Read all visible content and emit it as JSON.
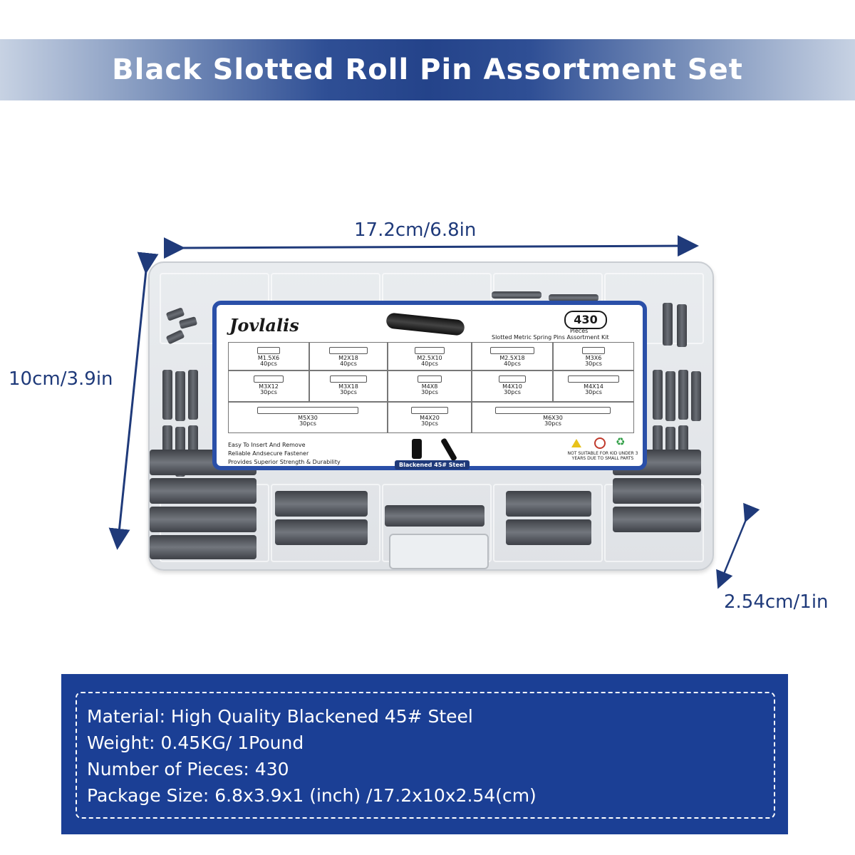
{
  "banner": {
    "title": "Black Slotted Roll Pin Assortment Set"
  },
  "dimensions": {
    "length": "17.2cm/6.8in",
    "width": "10cm/3.9in",
    "height": "2.54cm/1in"
  },
  "label": {
    "brand": "Jovlalis",
    "count": "430",
    "count_unit": "Pieces",
    "kit_title": "Slotted Metric Spring Pins Assortment Kit",
    "rows": [
      [
        {
          "size": "M1.5X6",
          "qty": "40pcs"
        },
        {
          "size": "M2X18",
          "qty": "40pcs"
        },
        {
          "size": "M2.5X10",
          "qty": "40pcs"
        },
        {
          "size": "M2.5X18",
          "qty": "40pcs"
        },
        {
          "size": "M3X6",
          "qty": "30pcs"
        }
      ],
      [
        {
          "size": "M3X12",
          "qty": "30pcs"
        },
        {
          "size": "M3X18",
          "qty": "30pcs"
        },
        {
          "size": "M4X8",
          "qty": "30pcs"
        },
        {
          "size": "M4X10",
          "qty": "30pcs"
        },
        {
          "size": "M4X14",
          "qty": "30pcs"
        }
      ],
      [
        {
          "size": "M5X30",
          "qty": "30pcs"
        },
        {
          "size": "M4X20",
          "qty": "30pcs"
        },
        {
          "size": "M6X30",
          "qty": "30pcs"
        }
      ]
    ],
    "features": [
      "Easy To Insert And Remove",
      "Reliable Andsecure Fastener",
      "Provides Superior Strength & Durability"
    ],
    "steel_badge": "Blackened 45# Steel",
    "warning": "NOT SUITABLE FOR KID UNDER 3 YEARS DUE TO SMALL PARTS"
  },
  "specs": [
    "Material: High Quality Blackened 45# Steel",
    "Weight: 0.45KG/ 1Pound",
    "Number of Pieces: 430",
    "Package Size: 6.8x3.9x1 (inch) /17.2x10x2.54(cm)"
  ],
  "colors": {
    "brand_blue": "#1b3f95",
    "arrow": "#1f3a7a"
  }
}
